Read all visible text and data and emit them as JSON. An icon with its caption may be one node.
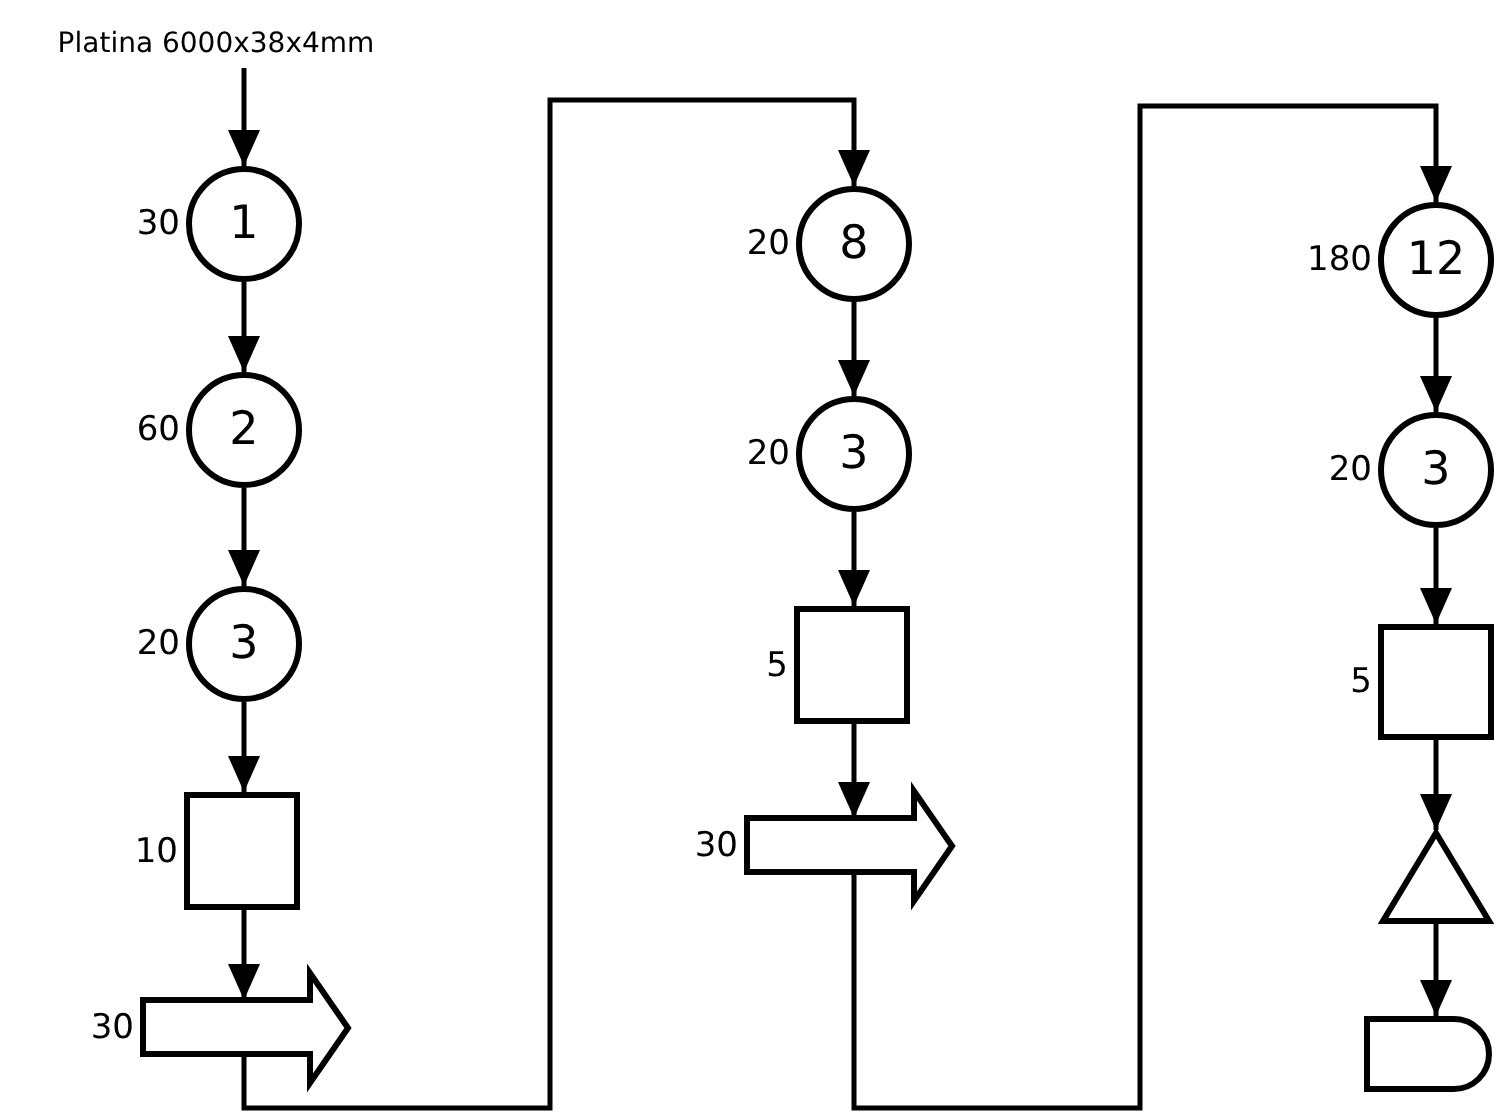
{
  "diagram": {
    "nodes": [
      {
        "text": [
          "Platina 6000x38x4mm"
        ]
      },
      {
        "text": [
          "1"
        ],
        "beside": [
          "30"
        ]
      },
      {
        "text": [
          "2"
        ],
        "beside": [
          "60"
        ]
      },
      {
        "text": [
          "3"
        ],
        "beside": [
          "20"
        ]
      },
      {
        "text": [],
        "shape": "box",
        "beside": [
          "10"
        ]
      },
      {
        "text": [],
        "shape": "arrow",
        "beside": [
          "30"
        ]
      },
      {
        "text": [
          "8"
        ],
        "beside": [
          "20"
        ]
      },
      {
        "text": [
          "3"
        ],
        "beside": [
          "20"
        ]
      },
      {
        "text": [],
        "shape": "box",
        "beside": [
          "5"
        ]
      },
      {
        "text": [],
        "shape": "arrow",
        "beside": [
          "30"
        ]
      },
      {
        "text": [
          "12"
        ],
        "beside": [
          "180"
        ]
      },
      {
        "text": [
          "3"
        ],
        "beside": [
          "20"
        ]
      },
      {
        "text": [],
        "shape": "box",
        "beside": [
          "5"
        ]
      },
      {
        "text": [],
        "shape": "triangle"
      },
      {
        "text": [],
        "shape": "delay"
      }
    ],
    "edges": [
      {
        "from": 0,
        "to": 1,
        "arrow": "to"
      },
      {
        "from": 1,
        "to": 2,
        "arrow": "to"
      },
      {
        "from": 2,
        "to": 3,
        "arrow": "to"
      },
      {
        "from": 3,
        "to": 4,
        "arrow": "to"
      },
      {
        "from": 4,
        "to": 5,
        "arrow": "to"
      },
      {
        "from": 5,
        "to": 6,
        "arrow": "to"
      },
      {
        "from": 6,
        "to": 7,
        "arrow": "to"
      },
      {
        "from": 7,
        "to": 8,
        "arrow": "to"
      },
      {
        "from": 8,
        "to": 9,
        "arrow": "to"
      },
      {
        "from": 9,
        "to": 10,
        "arrow": "to"
      },
      {
        "from": 10,
        "to": 11,
        "arrow": "to"
      },
      {
        "from": 11,
        "to": 12,
        "arrow": "to"
      },
      {
        "from": 12,
        "to": 13,
        "arrow": "to"
      },
      {
        "from": 13,
        "to": 14,
        "arrow": "to"
      }
    ]
  }
}
